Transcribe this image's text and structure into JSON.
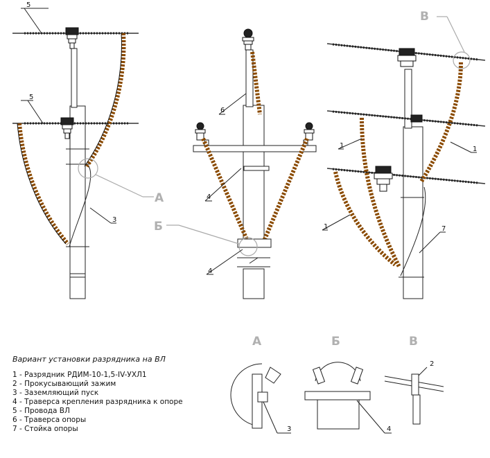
{
  "legend": {
    "title": "Вариант установки разрядника на ВЛ",
    "items": [
      "1 - Разрядник РДИМ-10-1,5-IV-УХЛ1",
      "2 - Прокусывающий зажим",
      "3 - Заземляющий пуск",
      "4 - Траверса крепления разрядника к опоре",
      "5 - Провода ВЛ",
      "6 - Траверса опоры",
      "7 - Стойка опоры"
    ]
  },
  "callouts": {
    "a": "А",
    "b": "Б",
    "v": "В"
  },
  "numbers": {
    "n1": "1",
    "n2": "2",
    "n3": "3",
    "n4": "4",
    "n5": "5",
    "n6": "6",
    "n7": "7"
  },
  "colors": {
    "line": "#222222",
    "callout": "#b0b0b0",
    "arrester": "#8a4a00"
  }
}
